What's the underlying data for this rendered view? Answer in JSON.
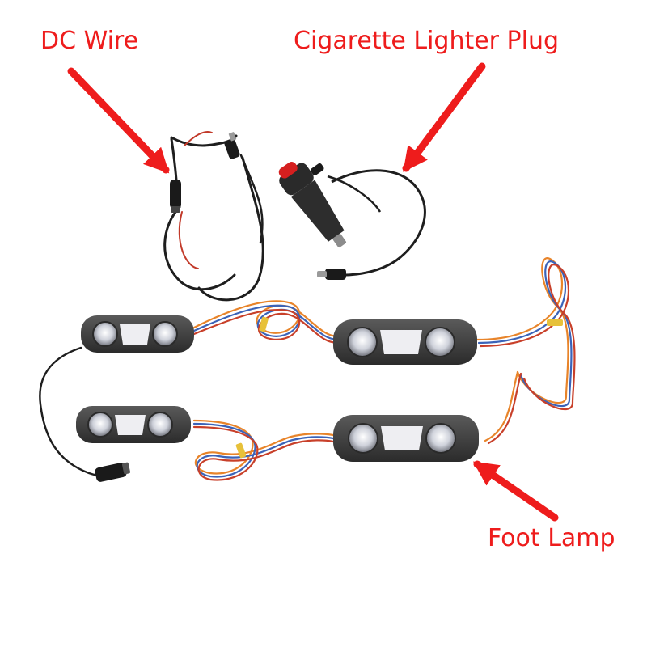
{
  "labels": {
    "dc_wire": "DC Wire",
    "cigarette_plug": "Cigarette Lighter Plug",
    "foot_lamp": "Foot Lamp"
  },
  "colors": {
    "label": "#ee1c1c",
    "arrow": "#ee1c1c",
    "cable": "#1e1e1e",
    "lamp_body": "#3d3d3d",
    "lamp_window": "#eeeef2",
    "ribbon_orange": "#e8842a",
    "ribbon_blue": "#3b63b8",
    "ribbon_red": "#c8402a",
    "tie_yellow": "#e7c13a"
  }
}
